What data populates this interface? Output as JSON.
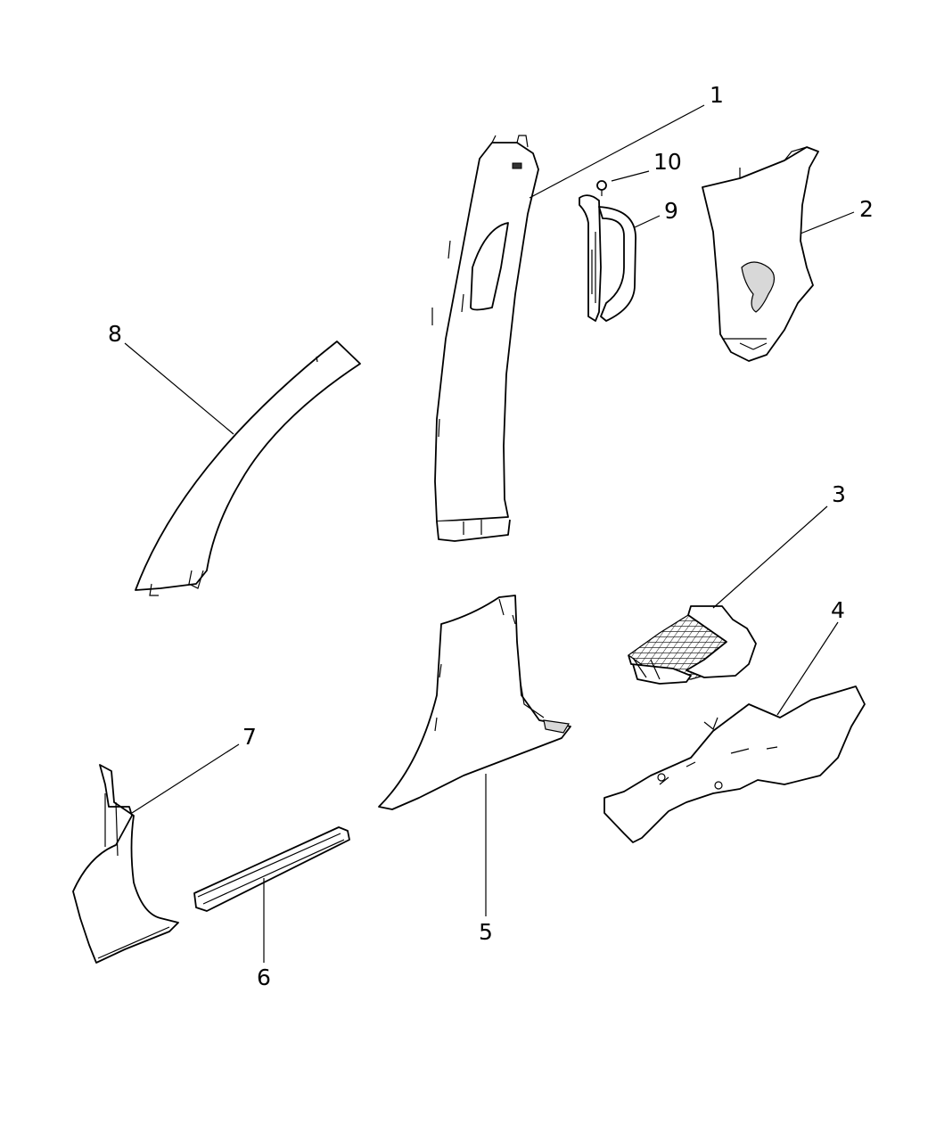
{
  "callouts": [
    "1",
    "2",
    "3",
    "4",
    "5",
    "6",
    "7",
    "8",
    "9",
    "10"
  ],
  "icons": [
    "a-pillar-trim",
    "b-pillar-upper-trim",
    "quarter-trim-panel",
    "grab-handle",
    "fastener",
    "scuff-plate-rear",
    "floor-trim",
    "b-pillar-lower-trim",
    "sill-plate",
    "cowl-side-trim"
  ]
}
